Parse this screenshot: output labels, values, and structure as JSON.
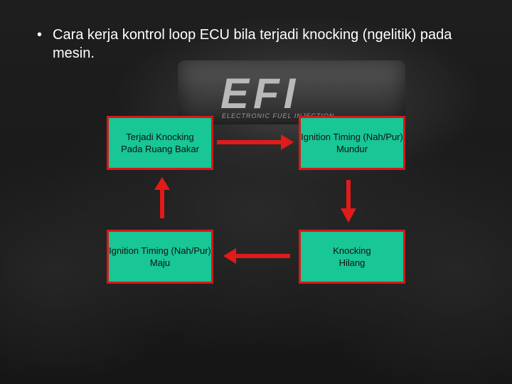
{
  "slide": {
    "bullet": "•",
    "title": "Cara kerja kontrol loop ECU bila terjadi knocking (ngelitik) pada mesin."
  },
  "background": {
    "logo_text": "EFI",
    "logo_subtext": "ELECTRONIC FUEL INJECTION"
  },
  "diagram": {
    "nodes": [
      {
        "id": "knocking",
        "label": "Terjadi Knocking\nPada Ruang Bakar"
      },
      {
        "id": "timing-mundur",
        "label": "Ignition Timing (Nah/Pur)\nMundur"
      },
      {
        "id": "timing-maju",
        "label": "Ignition Timing (Nah/Pur)\nMaju"
      },
      {
        "id": "knocking-hilang",
        "label": "Knocking\nHilang"
      }
    ],
    "edges": [
      {
        "from": "knocking",
        "to": "timing-mundur"
      },
      {
        "from": "timing-mundur",
        "to": "knocking-hilang"
      },
      {
        "from": "knocking-hilang",
        "to": "timing-maju"
      },
      {
        "from": "timing-maju",
        "to": "knocking"
      }
    ],
    "box_color": "#19c695",
    "border_color": "#d81818",
    "arrow_color": "#e21a1a"
  }
}
